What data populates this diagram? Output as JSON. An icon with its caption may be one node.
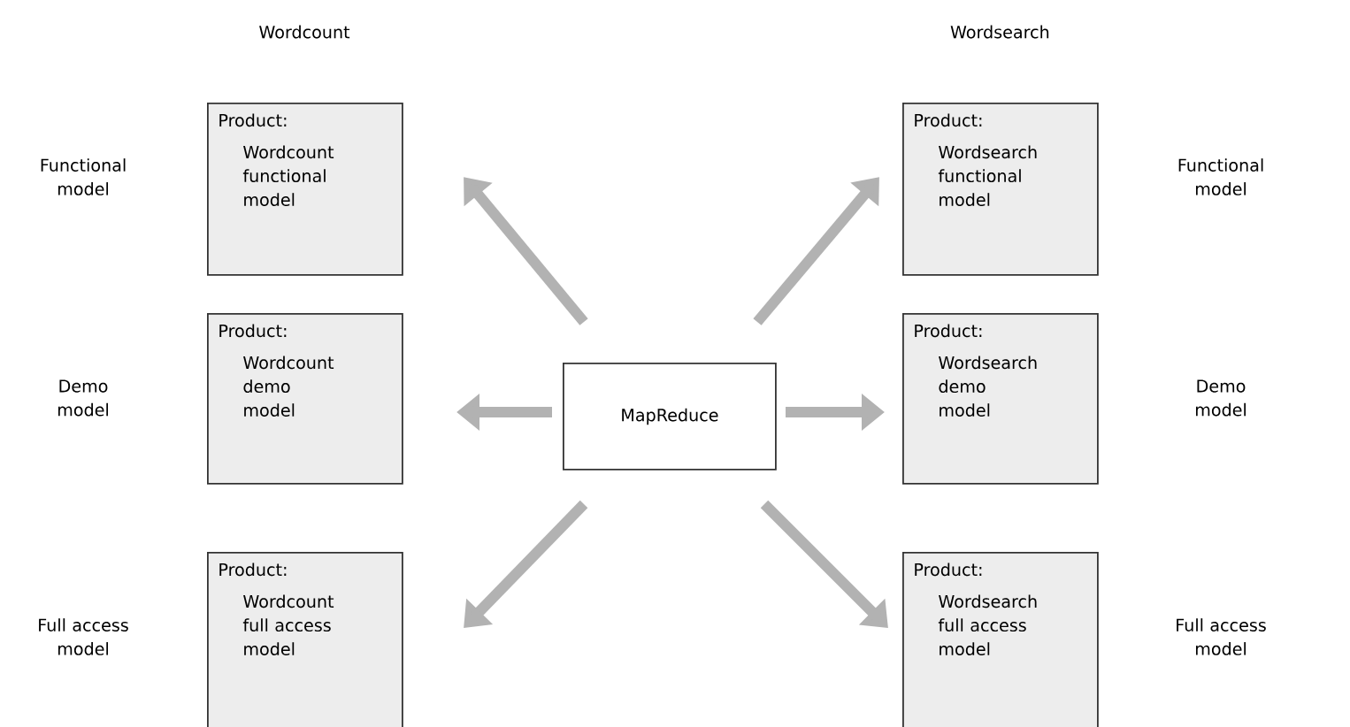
{
  "diagram": {
    "nodes": [
      {
        "text": [
          "MapReduce"
        ]
      },
      {
        "text": [
          "Product:",
          "Wordcount functional model"
        ]
      },
      {
        "text": [
          "Product:",
          "Wordcount demo model"
        ]
      },
      {
        "text": [
          "Product:",
          "Wordcount full access model"
        ]
      },
      {
        "text": [
          "Product:",
          "Wordsearch functional model"
        ]
      },
      {
        "text": [
          "Product:",
          "Wordsearch demo model"
        ]
      },
      {
        "text": [
          "Product:",
          "Wordsearch full access model"
        ]
      }
    ],
    "edges": [
      {
        "from": 0,
        "to": 1,
        "arrow": "to"
      },
      {
        "from": 0,
        "to": 2,
        "arrow": "to"
      },
      {
        "from": 0,
        "to": 3,
        "arrow": "to"
      },
      {
        "from": 0,
        "to": 4,
        "arrow": "to"
      },
      {
        "from": 0,
        "to": 5,
        "arrow": "to"
      },
      {
        "from": 0,
        "to": 6,
        "arrow": "to"
      }
    ],
    "labels": [
      "Wordcount",
      "Wordsearch",
      "Functional model",
      "Functional model",
      "Demo model",
      "Demo model",
      "Full access model",
      "Full access model"
    ]
  }
}
